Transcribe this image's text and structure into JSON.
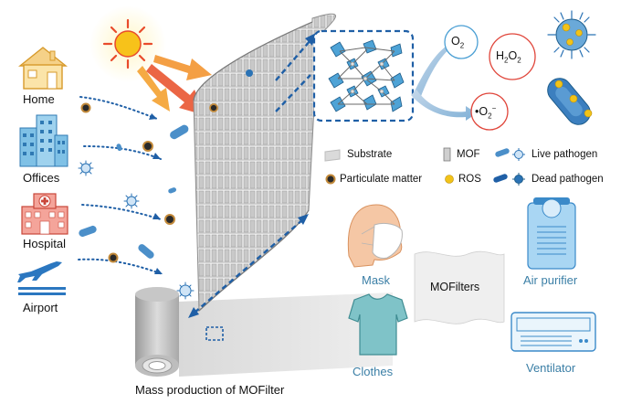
{
  "sources": {
    "home": "Home",
    "offices": "Offices",
    "hospital": "Hospital",
    "airport": "Airport"
  },
  "chemistry": {
    "oxygen_base": "O",
    "oxygen_sub": "2",
    "peroxide_h": "H",
    "peroxide_h_sub": "2",
    "peroxide_o": "O",
    "peroxide_o_sub": "2",
    "radical_prefix": "•O",
    "radical_sub": "2",
    "radical_sup": "−"
  },
  "legend": {
    "substrate": "Substrate",
    "mof": "MOF",
    "live_pathogen": "Live pathogen",
    "particulate_matter": "Particulate matter",
    "ros": "ROS",
    "dead_pathogen": "Dead pathogen"
  },
  "applications": {
    "mask": "Mask",
    "clothes": "Clothes",
    "center": "MOFilters",
    "air_purifier": "Air purifier",
    "ventilator": "Ventilator"
  },
  "caption": "Mass production of MOFilter",
  "colors": {
    "accent_blue": "#1f5fa6",
    "label_blue": "#3b7fa6",
    "sun": "#f7c21a",
    "pathogen": "#4b8fc9",
    "ros": "#f2c318"
  }
}
